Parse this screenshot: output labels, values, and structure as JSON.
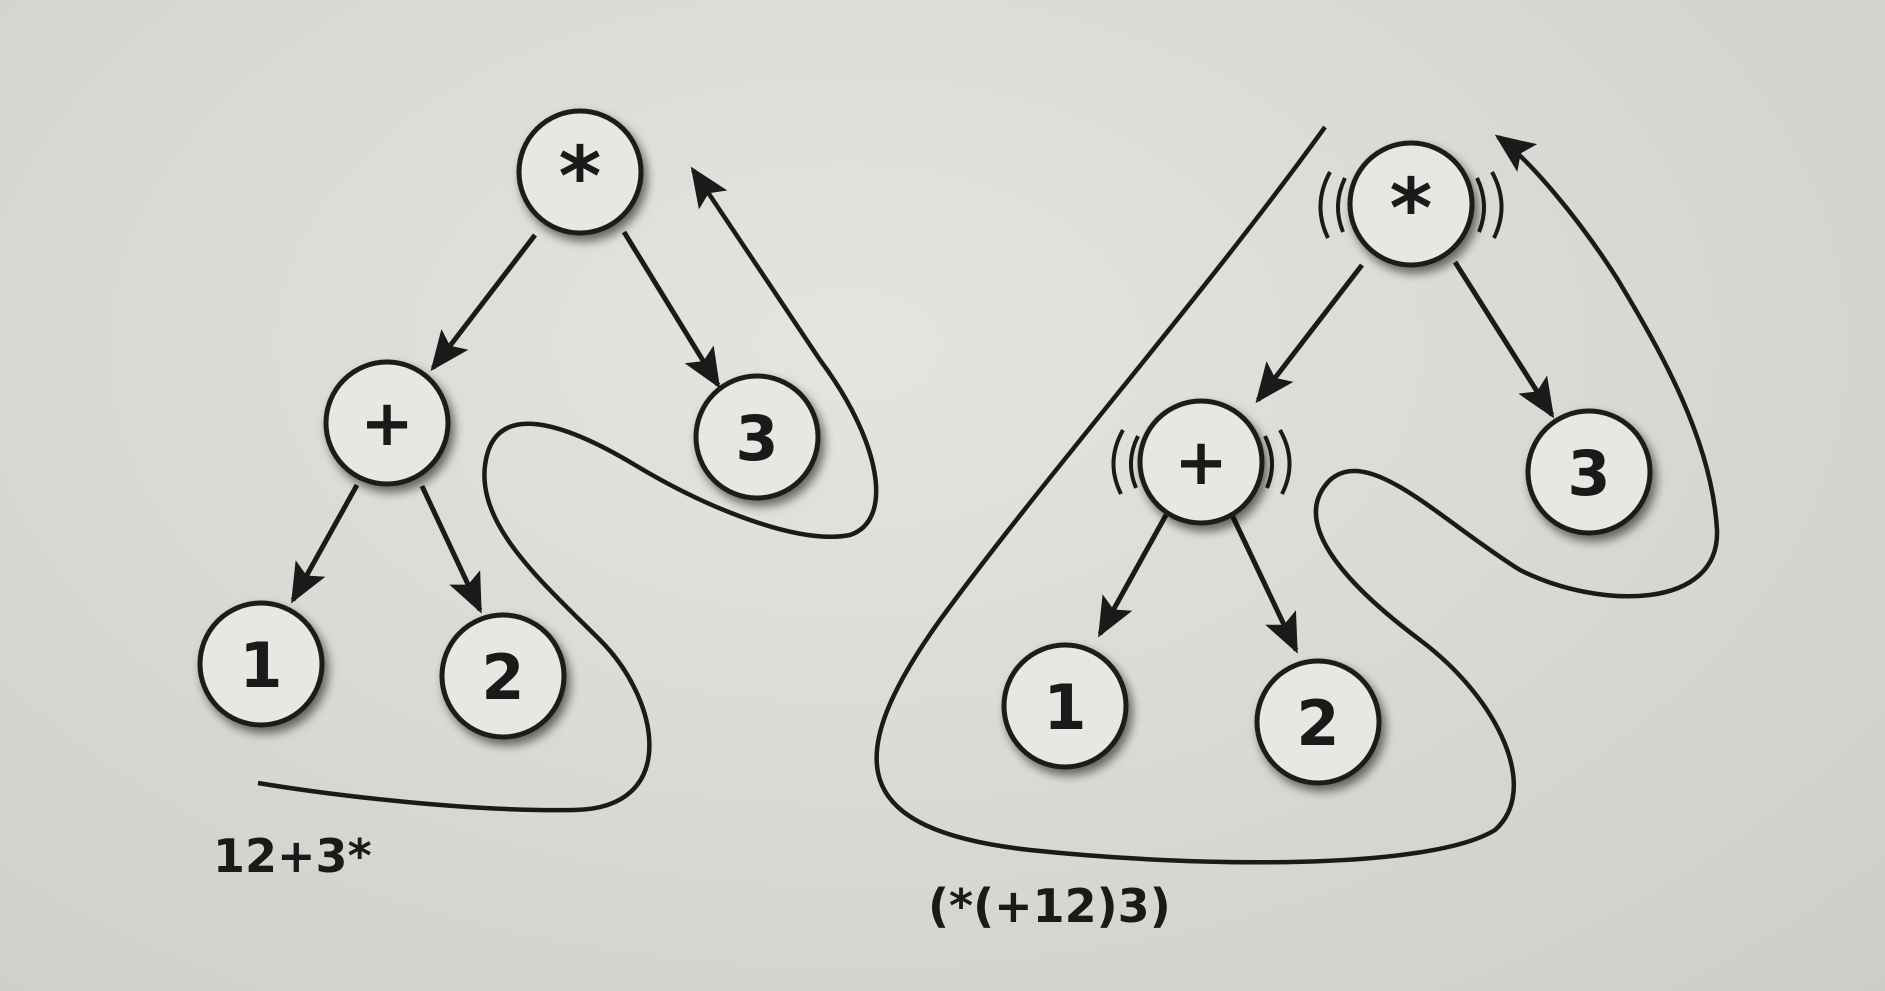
{
  "left_tree": {
    "nodes": {
      "root": "*",
      "plus": "+",
      "one": "1",
      "two": "2",
      "three": "3"
    },
    "caption": "12+3*"
  },
  "right_tree": {
    "nodes": {
      "root": "*",
      "plus": "+",
      "one": "1",
      "two": "2",
      "three": "3"
    },
    "caption": "(*(+12)3)"
  }
}
